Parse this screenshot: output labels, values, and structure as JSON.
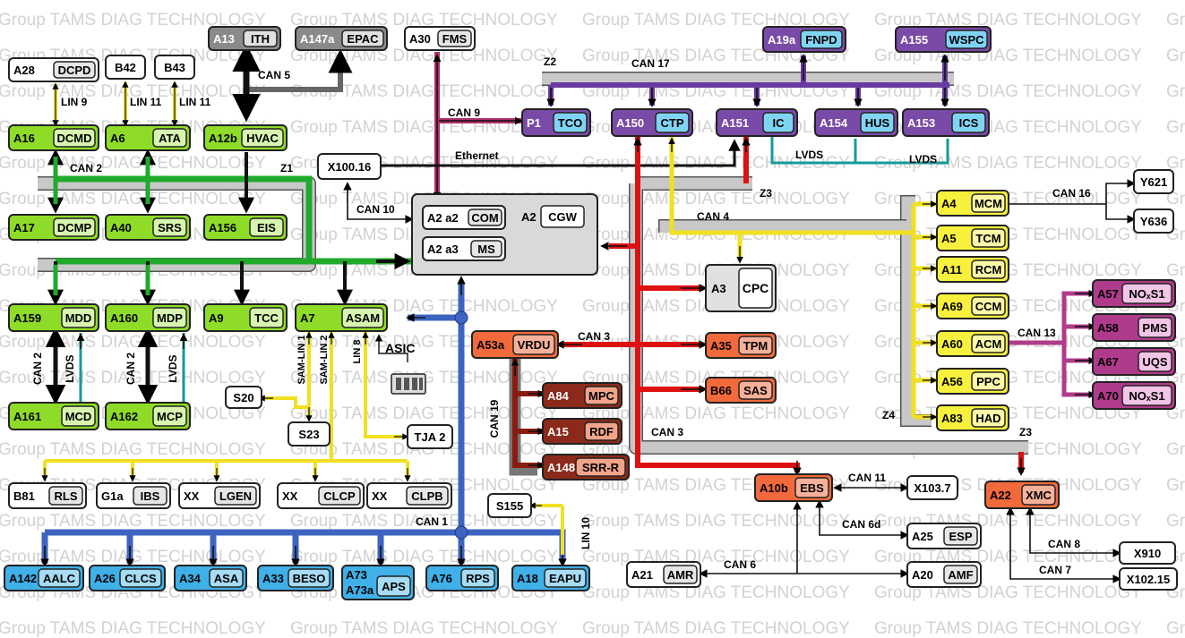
{
  "watermark": "Group TAMS DIAG TECHNOLOGY",
  "colors": {
    "green": "#8fdc28",
    "green_inner": "#d8f5b0",
    "purple": "#7a4aa8",
    "purple_inner": "#7fd4f4",
    "blue": "#3fb0e8",
    "blue_inner": "#a6dcf5",
    "yellow": "#f7f03c",
    "yellow_inner": "#fbf8a8",
    "orange": "#f26a3c",
    "orange_inner": "#f7b09a",
    "darkred": "#8b2a1a",
    "darkred_inner": "#f2a48a",
    "magenta": "#b03a8c",
    "magenta_inner": "#f2c4e6",
    "gray": "#8a8a8a",
    "gray_inner": "#e0e0e0",
    "white": "#ffffff",
    "white_inner": "#e6e6e6",
    "bus_gray": "#c8c8c8",
    "line_green": "#1faa2a",
    "line_blue": "#3c64c0",
    "line_purple": "#6a3aa0",
    "line_red": "#dd1111",
    "line_yellow": "#f0e020",
    "line_teal": "#159a9a",
    "line_pink": "#b0306a",
    "line_dark": "#8b1a10"
  },
  "modules": {
    "a13": {
      "id": "A13",
      "name": "ITH"
    },
    "a147a": {
      "id": "A147a",
      "name": "EPAC"
    },
    "a30": {
      "id": "A30",
      "name": "FMS"
    },
    "a19a": {
      "id": "A19a",
      "name": "FNPD"
    },
    "a155": {
      "id": "A155",
      "name": "WSPC"
    },
    "a28": {
      "id": "A28",
      "name": "DCPD"
    },
    "b42": {
      "id": "B42",
      "name": ""
    },
    "b43": {
      "id": "B43",
      "name": ""
    },
    "a16": {
      "id": "A16",
      "name": "DCMD"
    },
    "a6": {
      "id": "A6",
      "name": "ATA"
    },
    "a12b": {
      "id": "A12b",
      "name": "HVAC"
    },
    "p1": {
      "id": "P1",
      "name": "TCO"
    },
    "a150": {
      "id": "A150",
      "name": "CTP"
    },
    "a151": {
      "id": "A151",
      "name": "IC"
    },
    "a154": {
      "id": "A154",
      "name": "HUS"
    },
    "a153": {
      "id": "A153",
      "name": "ICS"
    },
    "x100_16": {
      "id": "X100.16",
      "name": ""
    },
    "y621": {
      "id": "Y621",
      "name": ""
    },
    "y636": {
      "id": "Y636",
      "name": ""
    },
    "a17": {
      "id": "A17",
      "name": "DCMP"
    },
    "a40": {
      "id": "A40",
      "name": "SRS"
    },
    "a156": {
      "id": "A156",
      "name": "EIS"
    },
    "a2": {
      "id": "A2",
      "name": "CGW"
    },
    "a2a2": {
      "id": "A2 a2",
      "name": "COM"
    },
    "a2a3": {
      "id": "A2 a3",
      "name": "MS"
    },
    "a4": {
      "id": "A4",
      "name": "MCM"
    },
    "a5": {
      "id": "A5",
      "name": "TCM"
    },
    "a11": {
      "id": "A11",
      "name": "RCM"
    },
    "a69": {
      "id": "A69",
      "name": "CCM"
    },
    "a60": {
      "id": "A60",
      "name": "ACM"
    },
    "a56": {
      "id": "A56",
      "name": "PPC"
    },
    "a83": {
      "id": "A83",
      "name": "HAD"
    },
    "a57": {
      "id": "A57",
      "name": "NOₓS1"
    },
    "a58": {
      "id": "A58",
      "name": "PMS"
    },
    "a67": {
      "id": "A67",
      "name": "UQS"
    },
    "a70": {
      "id": "A70",
      "name": "NOₓS1"
    },
    "a3": {
      "id": "A3",
      "name": "CPC"
    },
    "a159": {
      "id": "A159",
      "name": "MDD"
    },
    "a160": {
      "id": "A160",
      "name": "MDP"
    },
    "a9": {
      "id": "A9",
      "name": "TCC"
    },
    "a7": {
      "id": "A7",
      "name": "ASAM"
    },
    "a53a": {
      "id": "A53a",
      "name": "VRDU"
    },
    "a35": {
      "id": "A35",
      "name": "TPM"
    },
    "b66": {
      "id": "B66",
      "name": "SAS"
    },
    "a84": {
      "id": "A84",
      "name": "MPC"
    },
    "a15": {
      "id": "A15",
      "name": "RDF"
    },
    "a148": {
      "id": "A148",
      "name": "SRR-R"
    },
    "a161": {
      "id": "A161",
      "name": "MCD"
    },
    "a162": {
      "id": "A162",
      "name": "MCP"
    },
    "s20": {
      "id": "S20",
      "name": ""
    },
    "s23": {
      "id": "S23",
      "name": ""
    },
    "tja2": {
      "id": "TJA 2",
      "name": ""
    },
    "b81": {
      "id": "B81",
      "name": "RLS"
    },
    "g1a": {
      "id": "G1a",
      "name": "IBS"
    },
    "xx_lgen": {
      "id": "XX",
      "name": "LGEN"
    },
    "xx_clcp": {
      "id": "XX",
      "name": "CLCP"
    },
    "xx_clpb": {
      "id": "XX",
      "name": "CLPB"
    },
    "s155": {
      "id": "S155",
      "name": ""
    },
    "a10b": {
      "id": "A10b",
      "name": "EBS"
    },
    "x103_7": {
      "id": "X103.7",
      "name": ""
    },
    "a22": {
      "id": "A22",
      "name": "XMC"
    },
    "a25": {
      "id": "A25",
      "name": "ESP"
    },
    "a21": {
      "id": "A21",
      "name": "AMR"
    },
    "a20": {
      "id": "A20",
      "name": "AMF"
    },
    "x910": {
      "id": "X910",
      "name": ""
    },
    "x102_15": {
      "id": "X102.15",
      "name": ""
    },
    "a142": {
      "id": "A142",
      "name": "AALC"
    },
    "a26": {
      "id": "A26",
      "name": "CLCS"
    },
    "a34": {
      "id": "A34",
      "name": "ASA"
    },
    "a33": {
      "id": "A33",
      "name": "BESO"
    },
    "a73": {
      "id": "A73",
      "id2": "A73a",
      "name": "APS"
    },
    "a76": {
      "id": "A76",
      "name": "RPS"
    },
    "a18": {
      "id": "A18",
      "name": "EAPU"
    }
  },
  "labels": {
    "can5": "CAN 5",
    "lin9": "LIN 9",
    "lin11a": "LIN 11",
    "lin11b": "LIN 11",
    "can9": "CAN 9",
    "can17": "CAN 17",
    "z2": "Z2",
    "can2": "CAN 2",
    "z1": "Z1",
    "ethernet": "Ethernet",
    "lvds1": "LVDS",
    "lvds2": "LVDS",
    "can16": "CAN 16",
    "z3a": "Z3",
    "can10": "CAN 10",
    "can4": "CAN 4",
    "can13": "CAN 13",
    "can2b": "CAN 2",
    "lvds3": "LVDS",
    "can2c": "CAN 2",
    "lvds4": "LVDS",
    "asic": "ASIC",
    "samlin1": "SAM-LIN 1",
    "samlin2": "SAM-LIN 2",
    "lin8": "LIN 8",
    "can3a": "CAN 3",
    "can19": "CAN 19",
    "z4": "Z4",
    "can3b": "CAN 3",
    "z3b": "Z3",
    "can11": "CAN 11",
    "can6d": "CAN 6d",
    "can6": "CAN 6",
    "can8": "CAN 8",
    "can7": "CAN 7",
    "can1": "CAN 1",
    "lin10": "LIN 10"
  }
}
